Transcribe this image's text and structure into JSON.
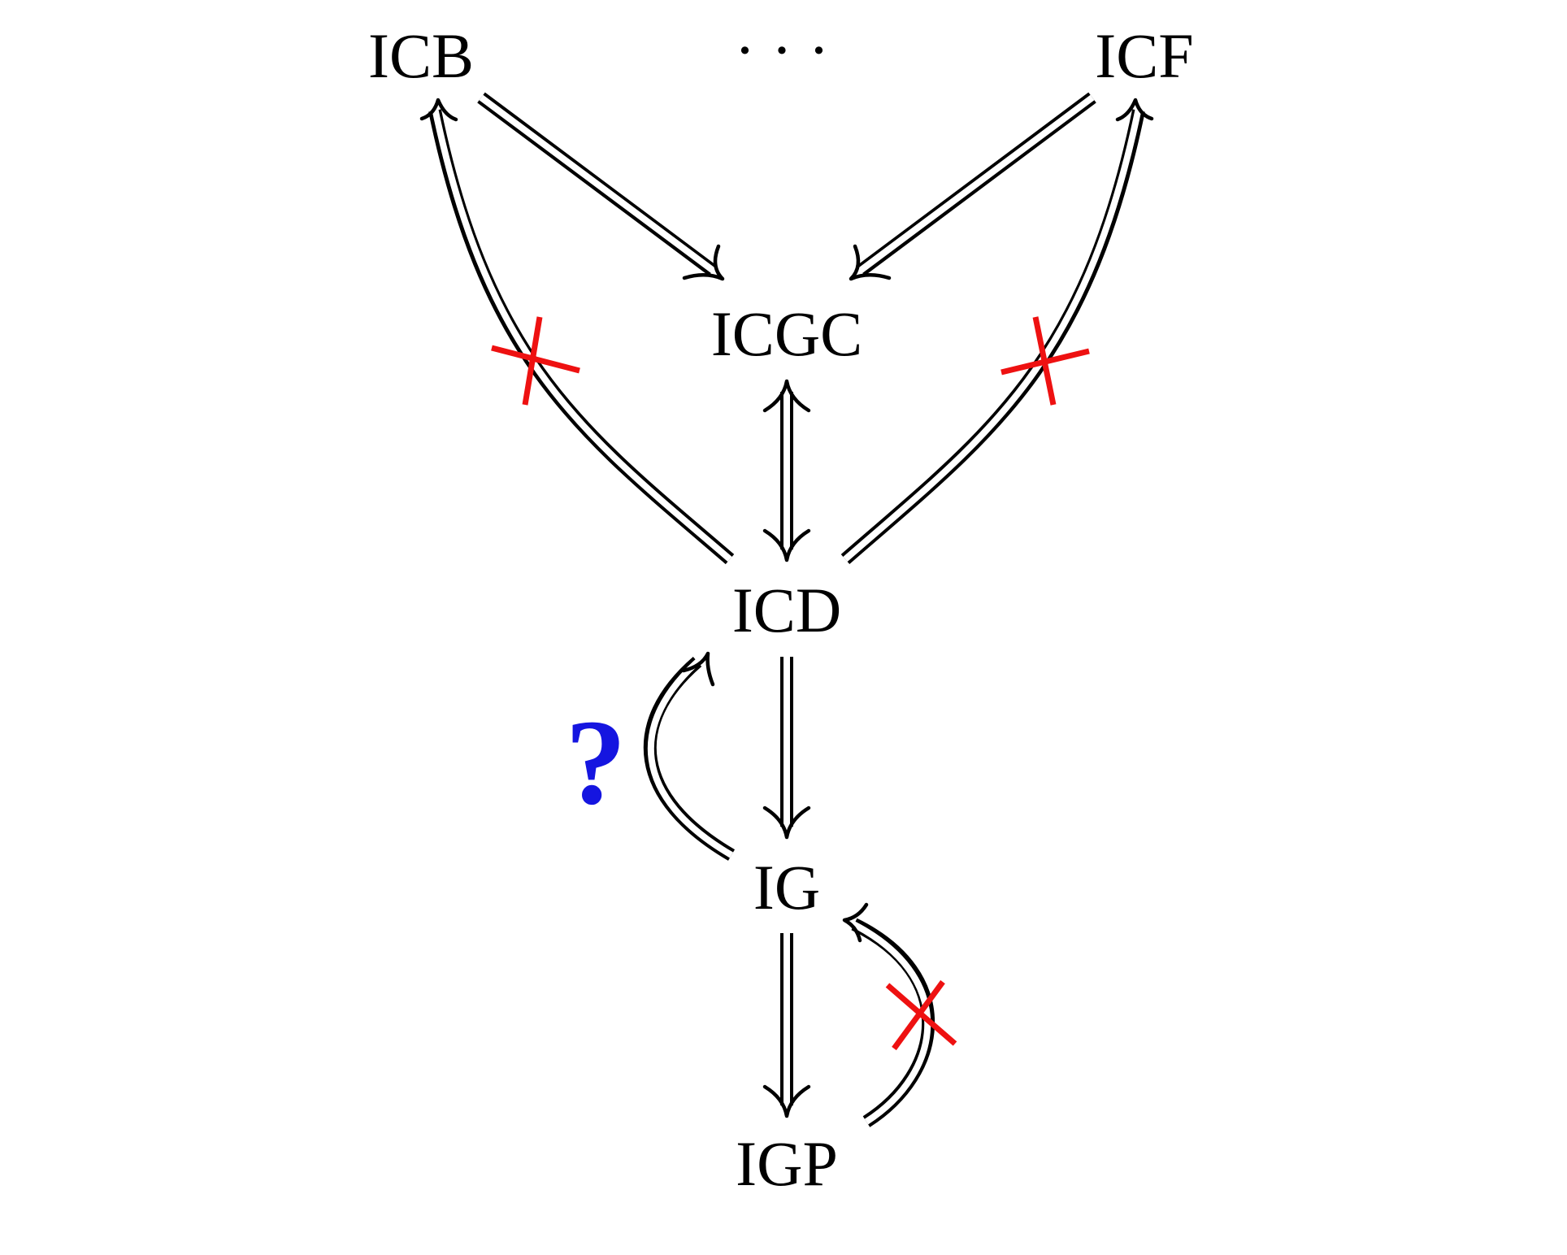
{
  "diagram": {
    "nodes": {
      "icb": "ICB",
      "dots": "· · ·",
      "icf": "ICF",
      "icgc": "ICGC",
      "icd": "ICD",
      "ig": "IG",
      "igp": "IGP"
    },
    "question_mark": "?",
    "colors": {
      "arrow": "#000000",
      "cross": "#ee1111",
      "question": "#1515e0"
    }
  }
}
